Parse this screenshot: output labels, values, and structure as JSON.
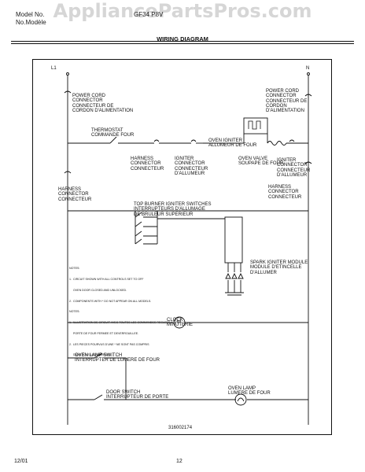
{
  "watermark": "AppliancePartsPros.com",
  "header": {
    "model_left": [
      "Model No.",
      "No.Modèle"
    ],
    "model_mid": "GF34 P8V",
    "title": "WIRING DIAGRAM"
  },
  "diagram": {
    "terminals": {
      "l1": "L1",
      "n": "N"
    },
    "power_cord_left": [
      "POWER CORD",
      "CONNECTOR",
      "CONNECTEUR DE",
      "CORDON D'ALIMENTATION"
    ],
    "power_cord_right": [
      "POWER CORD",
      "CONNECTOR",
      "CONNECTEUR DE",
      "CORDON",
      "D'ALIMENTATION"
    ],
    "thermostat": [
      "THERMOSTAT",
      "COMMANDE FOUR"
    ],
    "oven_igniter": [
      "OVEN IGNITER",
      "ALLUMEUR DE FOUR"
    ],
    "harness_connector_top": [
      "HARNESS",
      "CONNECTOR",
      "CONNECTEUR"
    ],
    "igniter_connector": [
      "IGNITER",
      "CONNECTOR",
      "CONNECTEUR",
      "D'ALLUMEUR"
    ],
    "oven_valve": [
      "OVEN VALVE",
      "SOUPAPE DE FOUR"
    ],
    "igniter_connector_right": [
      "IGNITER",
      "CONNECTOR",
      "CONNECTEUR",
      "D'ALLUMEUR"
    ],
    "harness_connector_left": [
      "HARNESS",
      "CONNECTOR",
      "CONNECTEUR"
    ],
    "harness_connector_right": [
      "HARNESS",
      "CONNECTOR",
      "CONNECTEUR"
    ],
    "top_burner_switches": [
      "TOP BURNER IGNITER SWITCHES",
      "INTERRUPTEURS D'ALLUMAGE",
      "DE BRULEUR SUPERIEUR"
    ],
    "spark_module": [
      "SPARK IGNITER MODULE",
      "MODULE D'ETINCELLE",
      "D'ALLUMER"
    ],
    "clock": [
      "CLOCK",
      "MINUTERIE"
    ],
    "oven_lamp_switch": [
      "OVEN LAMP SWITCH",
      "INTERRUPTER DE LUMERE DE FOUR"
    ],
    "door_switch": [
      "DOOR SWITCH",
      "INTERRUPTEUR DE PORTE"
    ],
    "oven_lamp": [
      "OVEN LAMP",
      "LUMERE DE FOUR"
    ],
    "clock_motor": "M",
    "notes": [
      "NOTES:",
      "1.  CIRCUIT SHOWN WITH ALL CONTROLS SET TO OFF",
      "     OVEN DOOR CLOSED AND UNLOCKED.",
      "2.  COMPONENTS WITH * DO NOT APPEAR ON ALL MODELS.",
      "NOTES:",
      "1.  ILLUSTRATION DE CIRCUIT AVEC TOUTES LES COMMANDES REGLEES A OFF,",
      "     PORTE DE FOUR FERMEE ET DEVERROUILLEE.",
      "2.  LES PIECES POURVUS D'UNE * NE SONT PAS COMPRIS",
      "     DANS TOUS LES MODELES."
    ],
    "part_number": "316002174"
  },
  "footer": {
    "date": "12/01",
    "page": "12"
  }
}
